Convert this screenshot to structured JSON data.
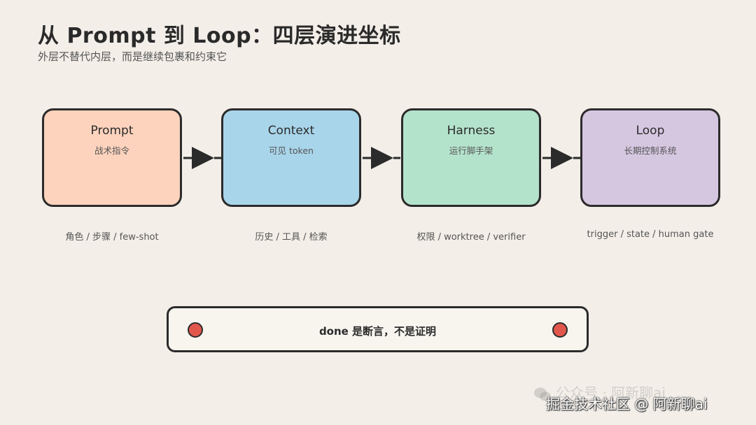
{
  "header": {
    "title": "从 Prompt 到 Loop：四层演进坐标",
    "subtitle": "外层不替代内层，而是继续包裹和约束它"
  },
  "layers": [
    {
      "name": "Prompt",
      "desc": "战术指令",
      "caption": "角色 / 步骤 / few-shot",
      "color": "#fdd3bd"
    },
    {
      "name": "Context",
      "desc": "可见 token",
      "caption": "历史 / 工具 / 检索",
      "color": "#a8d5ea"
    },
    {
      "name": "Harness",
      "desc": "运行脚手架",
      "caption": "权限 / worktree / verifier",
      "color": "#b4e3cb"
    },
    {
      "name": "Loop",
      "desc": "长期控制系统",
      "caption": "trigger / state / human gate",
      "color": "#d6c7e1"
    }
  ],
  "statement": {
    "text": "done 是断言，不是证明",
    "dot_color": "#e2574c"
  },
  "watermark": {
    "line1": "公众号 · 阿新聊ai",
    "line2": "掘金技术社区 @ 阿新聊ai"
  }
}
